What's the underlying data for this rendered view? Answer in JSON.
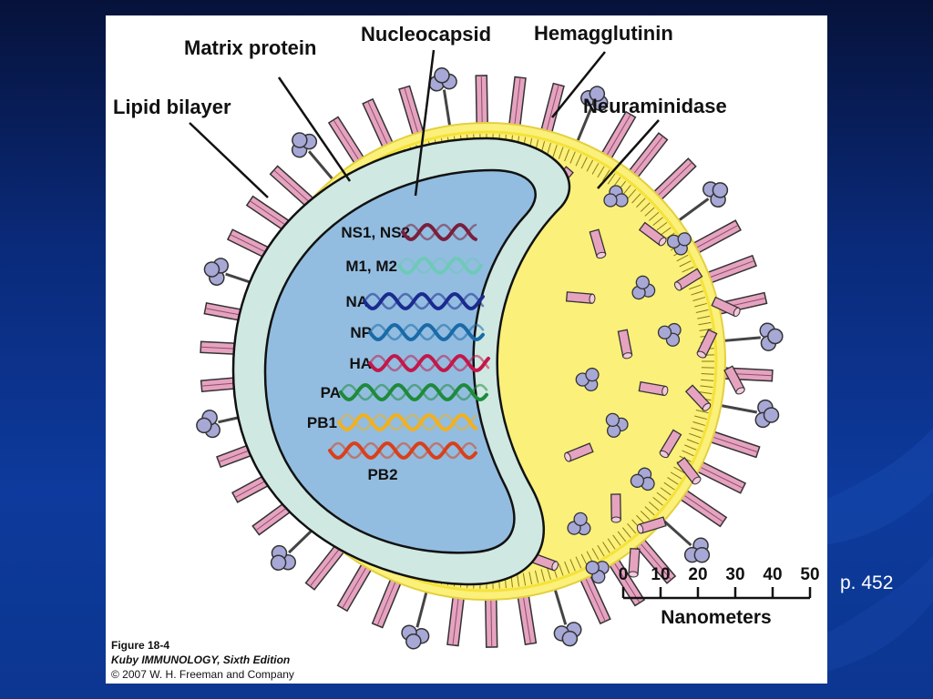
{
  "labels": {
    "lipid_bilayer": "Lipid bilayer",
    "matrix_protein": "Matrix protein",
    "nucleocapsid": "Nucleocapsid",
    "hemagglutinin": "Hemagglutinin",
    "neuraminidase": "Neuraminidase"
  },
  "segments": [
    {
      "label": "NS1, NS2",
      "color": "#7a1f3d"
    },
    {
      "label": "M1, M2",
      "color": "#6fc9b8"
    },
    {
      "label": "NA",
      "color": "#1b2a8f"
    },
    {
      "label": "NP",
      "color": "#1a6aa8"
    },
    {
      "label": "HA",
      "color": "#c2184a"
    },
    {
      "label": "PA",
      "color": "#1f8a3a"
    },
    {
      "label": "PB1",
      "color": "#f2b01e"
    },
    {
      "label": "PB2",
      "color": "#d9401b"
    }
  ],
  "scale": {
    "ticks": [
      "0",
      "10",
      "20",
      "30",
      "40",
      "50"
    ],
    "unit": "Nanometers"
  },
  "caption": {
    "figure": "Figure 18-4",
    "book": "Kuby IMMUNOLOGY, Sixth Edition",
    "copyright": "© 2007 W. H. Freeman and Company"
  },
  "page_ref": "p. 452",
  "colors": {
    "envelope": "#fbf07a",
    "membrane_inner": "#f5e23a",
    "matrix": "#cfe8e2",
    "core": "#92bde0",
    "hemagglutinin_spike": "#e6a3c0",
    "neuraminidase_head": "#a7a8d6"
  }
}
